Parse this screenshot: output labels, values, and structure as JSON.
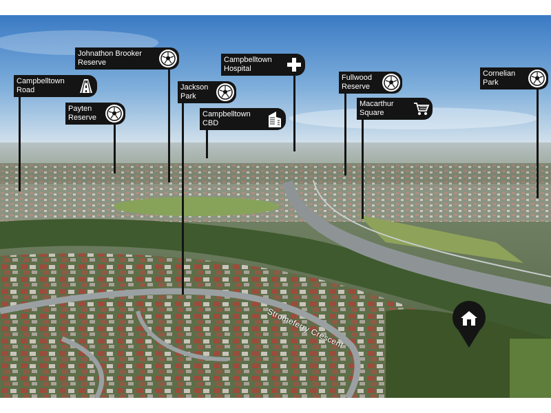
{
  "image": {
    "description_colors": {
      "sky_top": "#3f7fc8",
      "sky_bottom": "#cfe0ee",
      "haze": "#bcc6c6",
      "vegetation": "#4f6b3a",
      "grass": "#86a25a",
      "road": "#8e9496",
      "roof_red": "#9c4a3a"
    }
  },
  "labels": [
    {
      "id": "campbelltown-road",
      "text": "Campbelltown\nRoad",
      "icon": "road-icon"
    },
    {
      "id": "johnathon-brooker-reserve",
      "text": "Johnathon Brooker\nReserve",
      "icon": "soccer-ball-icon"
    },
    {
      "id": "payten-reserve",
      "text": "Payten\nReserve",
      "icon": "soccer-ball-icon"
    },
    {
      "id": "jackson-park",
      "text": "Jackson\nPark",
      "icon": "soccer-ball-icon"
    },
    {
      "id": "campbelltown-hospital",
      "text": "Campbelltown\nHospital",
      "icon": "medical-cross-icon"
    },
    {
      "id": "campbelltown-cbd",
      "text": "Campbelltown\nCBD",
      "icon": "building-icon"
    },
    {
      "id": "fullwood-reserve",
      "text": "Fullwood\nReserve",
      "icon": "soccer-ball-icon"
    },
    {
      "id": "macarthur-square",
      "text": "Macarthur\nSquare",
      "icon": "shopping-cart-icon"
    },
    {
      "id": "cornelian-park",
      "text": "Cornelian\nPark",
      "icon": "soccer-ball-icon"
    }
  ],
  "street_label": "Stromeferry Crescent",
  "home_marker": {
    "icon": "house-icon",
    "color": "#141414"
  }
}
